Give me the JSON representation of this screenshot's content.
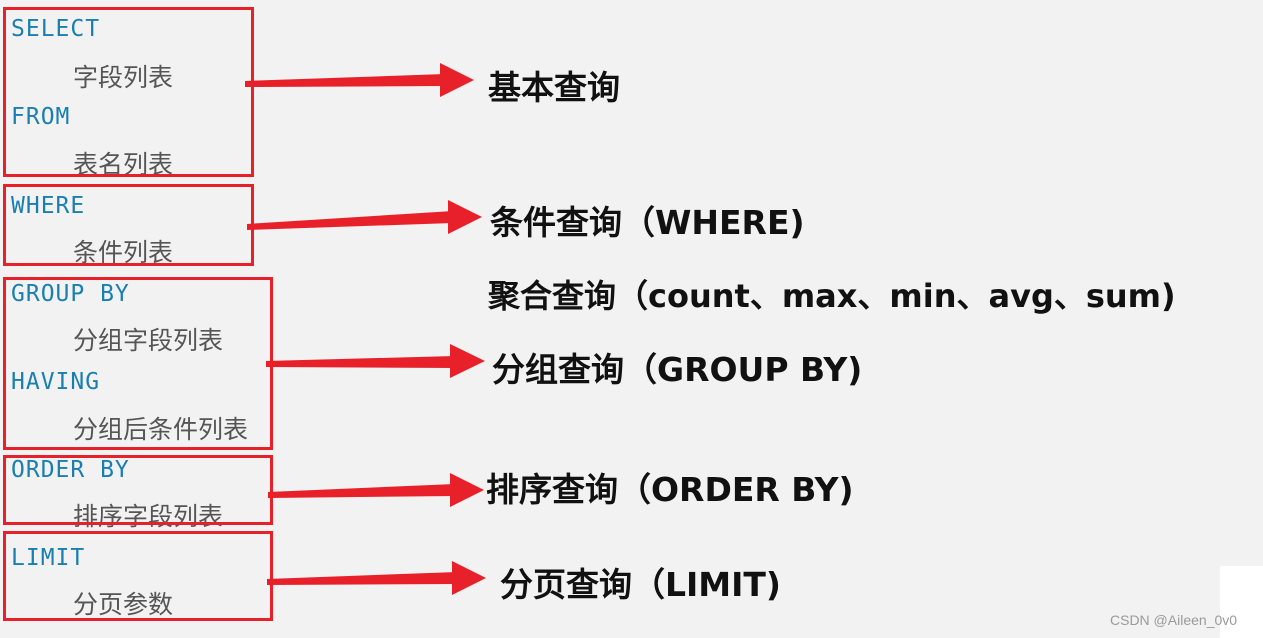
{
  "sql_blocks": [
    {
      "keyword": "SELECT",
      "detail": "字段列表"
    },
    {
      "keyword": "FROM",
      "detail": "表名列表"
    },
    {
      "keyword": "WHERE",
      "detail": "条件列表"
    },
    {
      "keyword": "GROUP BY",
      "detail": "分组字段列表"
    },
    {
      "keyword": "HAVING",
      "detail": "分组后条件列表"
    },
    {
      "keyword": "ORDER BY",
      "detail": "排序字段列表"
    },
    {
      "keyword": "LIMIT",
      "detail": "分页参数"
    }
  ],
  "labels": {
    "basic": "基本查询",
    "where": "条件查询（WHERE)",
    "aggregate": "聚合查询（count、max、min、avg、sum)",
    "group": "分组查询（GROUP BY)",
    "order": "排序查询（ORDER BY)",
    "limit": "分页查询（LIMIT)"
  },
  "watermark": "CSDN @Aileen_0v0",
  "colors": {
    "keyword": "#1a7fb0",
    "box": "#e8202a",
    "arrow": "#e8202a",
    "background": "#f2f2f2"
  }
}
